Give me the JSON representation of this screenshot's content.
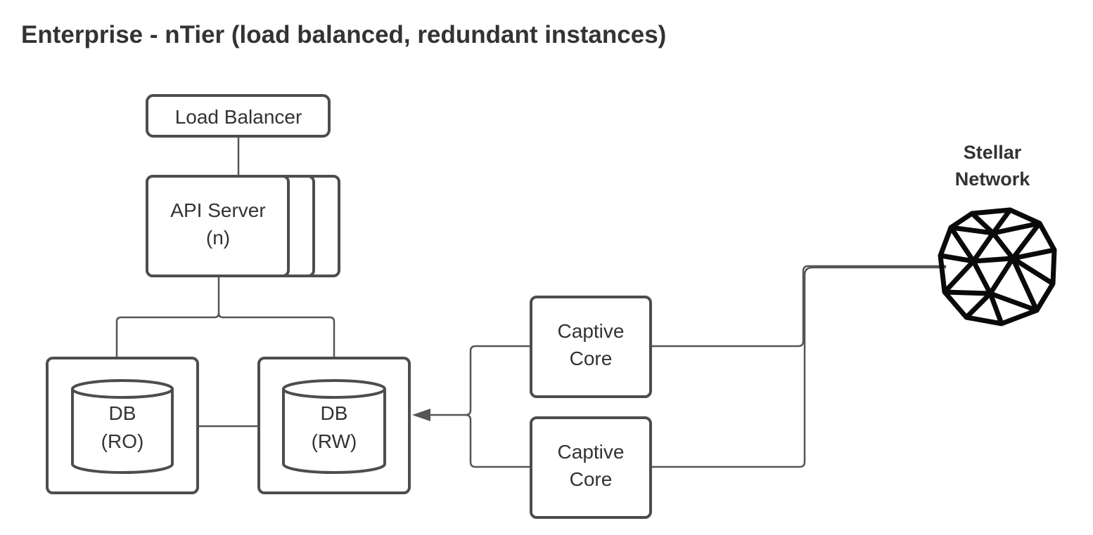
{
  "title": "Enterprise - nTier (load balanced, redundant instances)",
  "nodes": {
    "load_balancer": "Load Balancer",
    "api_server": {
      "line1": "API Server",
      "line2": "(n)"
    },
    "db_ro": {
      "line1": "DB",
      "line2": "(RO)"
    },
    "db_rw": {
      "line1": "DB",
      "line2": "(RW)"
    },
    "captive_core_1": {
      "line1": "Captive",
      "line2": "Core"
    },
    "captive_core_2": {
      "line1": "Captive",
      "line2": "Core"
    },
    "stellar_network": {
      "line1": "Stellar",
      "line2": "Network"
    }
  },
  "colors": {
    "stroke": "#4d4d4d",
    "text": "#333333",
    "icon": "#0a0a0a"
  },
  "icons": {
    "stellar_network": "geodesic-sphere-icon"
  }
}
